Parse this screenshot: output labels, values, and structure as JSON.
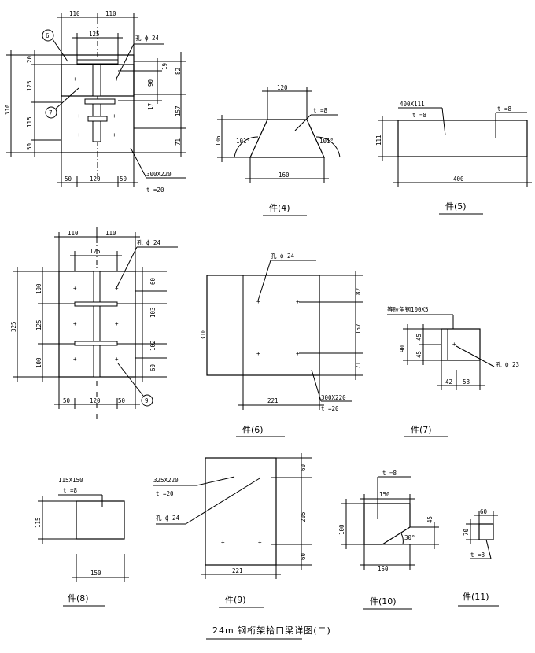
{
  "title": "24m 钢桁架拾口梁详图(二)",
  "parts": {
    "p4": "件(4)",
    "p5": "件(5)",
    "p6": "件(6)",
    "p7": "件(7)",
    "p8": "件(8)",
    "p9": "件(9)",
    "p10": "件(10)",
    "p11": "件(11)"
  },
  "top_left": {
    "d110a": "110",
    "d110b": "110",
    "d125": "125",
    "hole": "孔 ф 24",
    "d20": "20",
    "d125v": "125",
    "d115": "115",
    "d50": "50",
    "d310": "310",
    "d19": "19",
    "d82": "82",
    "d90": "90",
    "d17": "17",
    "d157": "157",
    "d71": "71",
    "b50a": "50",
    "b120": "120",
    "b50b": "50",
    "plate": "300X220",
    "thick": "t =20",
    "c6": "6",
    "c7": "7"
  },
  "p4d": {
    "w120": "120",
    "t": "t =8",
    "h106": "106",
    "a1": "101°",
    "a2": "101°",
    "w160": "160"
  },
  "p5d": {
    "size": "400X111",
    "t": "t =8",
    "t2": "t =8",
    "h111": "111",
    "w400": "400"
  },
  "mid_left": {
    "d110a": "110",
    "d110b": "110",
    "d125": "125",
    "hole": "孔 ф 24",
    "d325": "325",
    "d100a": "100",
    "d125v": "125",
    "d100b": "100",
    "r60a": "60",
    "r103": "103",
    "r102": "102",
    "r60b": "60",
    "b50a": "50",
    "b120": "120",
    "b50b": "50",
    "c9": "9"
  },
  "p6d": {
    "hole": "孔 ф 24",
    "h310": "310",
    "r82": "82",
    "r157": "157",
    "r71": "71",
    "w221": "221",
    "plate": "300X220",
    "t": "t =20"
  },
  "p7d": {
    "angle": "等肢角钢100X5",
    "h90": "90",
    "h45a": "45",
    "h45b": "45",
    "hole": "孔 ф 23",
    "w42": "42",
    "w58": "58"
  },
  "p8d": {
    "size": "115X150",
    "t": "t =8",
    "h115": "115",
    "w150": "150"
  },
  "p9d": {
    "size": "325X220",
    "t": "t =20",
    "hole": "孔 ф 24",
    "r60a": "60",
    "r205": "205",
    "r60b": "60",
    "w221": "221"
  },
  "p10d": {
    "t": "t =8",
    "w150a": "150",
    "h100": "100",
    "h45": "45",
    "ang": "30°",
    "w150b": "150"
  },
  "p11d": {
    "w60": "60",
    "h70": "70",
    "t": "t =8"
  }
}
